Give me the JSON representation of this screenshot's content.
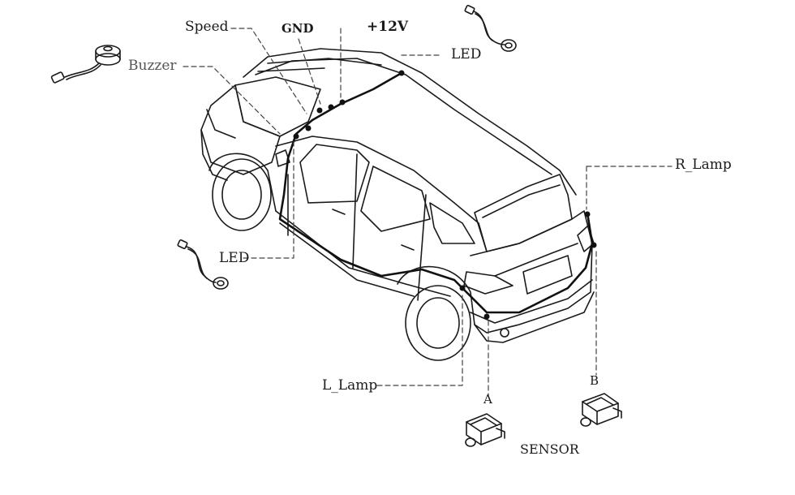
{
  "diagram": {
    "labels": {
      "speed": "Speed",
      "gnd": "GND",
      "plus12v": "+12V",
      "led_top": "LED",
      "buzzer": "Buzzer",
      "r_lamp": "R_Lamp",
      "led_left": "LED",
      "l_lamp": "L_Lamp",
      "sensor_a": "A",
      "sensor_b": "B",
      "sensor": "SENSOR"
    },
    "colors": {
      "line": "#1a1a1a",
      "leader": "#444444",
      "wire": "#111111",
      "background": "#ffffff"
    },
    "icons": [
      "buzzer-icon",
      "led-icon",
      "sensor-icon",
      "car-outline"
    ]
  }
}
